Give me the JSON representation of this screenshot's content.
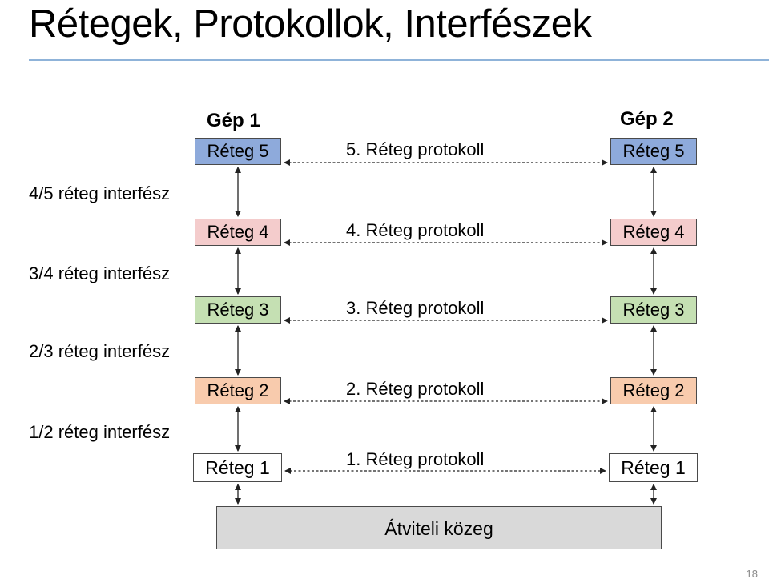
{
  "title": "Rétegek, Protokollok, Interfészek",
  "machine1": "Gép 1",
  "machine2": "Gép 2",
  "layers": {
    "l5": "Réteg 5",
    "l4": "Réteg 4",
    "l3": "Réteg 3",
    "l2": "Réteg 2",
    "l1": "Réteg 1"
  },
  "protocols": {
    "p5": "5. Réteg protokoll",
    "p4": "4. Réteg protokoll",
    "p3": "3. Réteg protokoll",
    "p2": "2. Réteg protokoll",
    "p1": "1. Réteg protokoll"
  },
  "interfaces": {
    "i45": "4/5 réteg interfész",
    "i34": "3/4 réteg interfész",
    "i23": "2/3 réteg interfész",
    "i12": "1/2 réteg interfész"
  },
  "medium": "Átviteli közeg",
  "page_number": "18",
  "colors": {
    "layer5": "#8eaadb",
    "layer4": "#f4cccc",
    "layer3": "#c5e0b3",
    "layer2": "#f8cbad",
    "layer1": "#ffffff",
    "medium": "#d9d9d9",
    "rule": "#8fb3d9"
  }
}
